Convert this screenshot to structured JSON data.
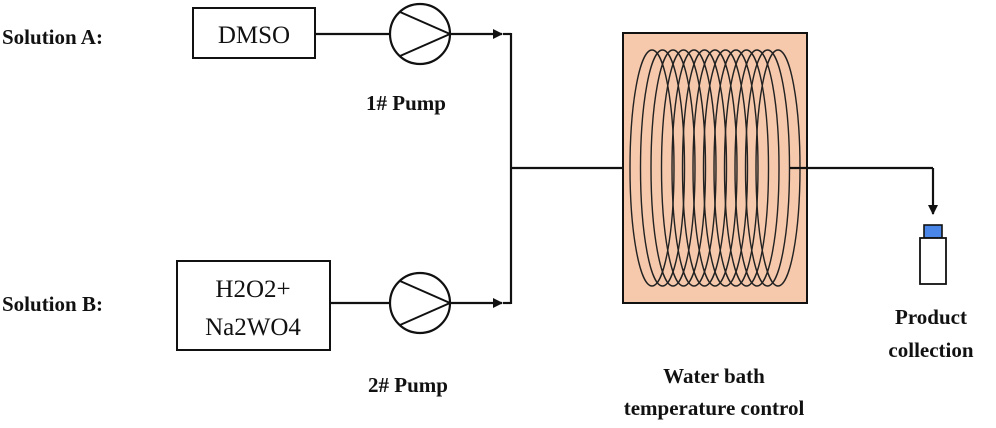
{
  "solution_a": {
    "label": "Solution A:",
    "reagent": "DMSO",
    "pump_label": "1# Pump"
  },
  "solution_b": {
    "label": "Solution B:",
    "reagent_line1": "H2O2+",
    "reagent_line2": "Na2WO4",
    "pump_label": "2# Pump"
  },
  "water_bath": {
    "label_line1": "Water bath",
    "label_line2": "temperature control",
    "fill_color": "#f6c9ac"
  },
  "product": {
    "label_line1": "Product",
    "label_line2": "collection",
    "cap_color": "#4a86e8"
  }
}
